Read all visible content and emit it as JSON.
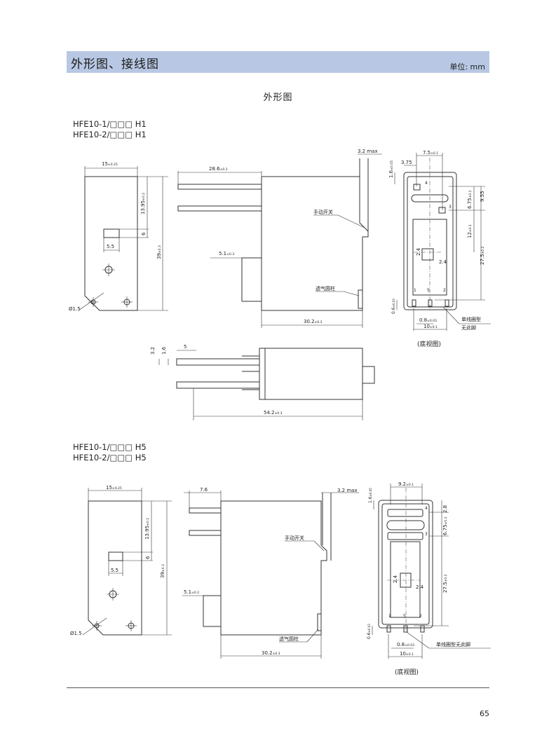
{
  "header": {
    "title": "外形图、接线图",
    "unit": "单位: mm"
  },
  "section_title": "外形图",
  "model_group1": {
    "line1": "HFE10-1/□□□ H1",
    "line2": "HFE10-2/□□□ H1"
  },
  "model_group2": {
    "line1": "HFE10-1/□□□ H5",
    "line2": "HFE10-2/□□□ H5"
  },
  "drawing1": {
    "front": {
      "width": "15",
      "width_tol": "±0.25",
      "dim1": "13.95",
      "dim1_tol": "±0.2",
      "dim2": "6",
      "dim3": "5.5",
      "height": "39",
      "height_tol": "±0.3",
      "hole": "Ø1.5"
    },
    "side": {
      "top_len": "28.6",
      "top_len_tol": "±0.3",
      "max": "3.2 max",
      "pin": "5.1",
      "pin_tol": "±0.3",
      "bottom_len": "30.2",
      "bottom_len_tol": "±0.3",
      "label_switch": "手动开关",
      "label_vent": "透气圆柱"
    },
    "bottom": {
      "top_w": "7.5",
      "top_w_tol": "±0.1",
      "d375": "3.75",
      "d16": "1.6",
      "d16_tol": "±0.05",
      "d955": "9.55",
      "d675": "6.75",
      "d675_tol": "±0.1",
      "d12": "12",
      "d12_tol": "±0.1",
      "d275": "27.5",
      "d275_tol": "±0.2",
      "d24a": "2.4",
      "d24b": "2.4",
      "d06": "0.6",
      "d06_tol": "±0.03",
      "d08": "0.8",
      "d08_tol": "±0.03",
      "d10": "10",
      "d10_tol": "±0.1",
      "pin1": "1",
      "pin5": "5",
      "pin2": "2",
      "pin4": "4",
      "pin3": "3",
      "note1": "单线圈型",
      "note2": "无此脚",
      "caption": "(底视图)"
    },
    "plan": {
      "d32": "3.2",
      "d16": "1.6",
      "d5": "5",
      "total": "54.2",
      "total_tol": "±0.3"
    }
  },
  "drawing2": {
    "front": {
      "width": "15",
      "width_tol": "±0.25",
      "dim1": "13.95",
      "dim1_tol": "±0.2",
      "dim2": "6",
      "dim3": "5.5",
      "height": "39",
      "height_tol": "±0.3",
      "hole": "Ø1.5"
    },
    "side": {
      "top_len": "7.6",
      "max": "3.2 max",
      "pin": "5.1",
      "pin_tol": "±0.2",
      "bottom_len": "30.2",
      "bottom_len_tol": "±0.3",
      "label_switch": "手动开关",
      "label_vent": "透气圆柱"
    },
    "bottom": {
      "top_w": "9.2",
      "top_w_tol": "±0.1",
      "d16": "1.6",
      "d16_tol": "±0.05",
      "d28": "2.8",
      "d675": "6.75",
      "d675_tol": "±0.1",
      "d275": "27.5",
      "d275_tol": "±0.2",
      "d24a": "2.4",
      "d24b": "2.4",
      "d06": "0.6",
      "d06_tol": "±0.03",
      "d08": "0.8",
      "d08_tol": "±0.03",
      "d10": "10",
      "d10_tol": "±0.1",
      "pin1": "1",
      "pin5": "5",
      "pin2": "2",
      "pin4": "4",
      "pin3": "3",
      "note": "单线圈型无此脚",
      "caption": "(底视图)"
    }
  },
  "page_number": "65"
}
